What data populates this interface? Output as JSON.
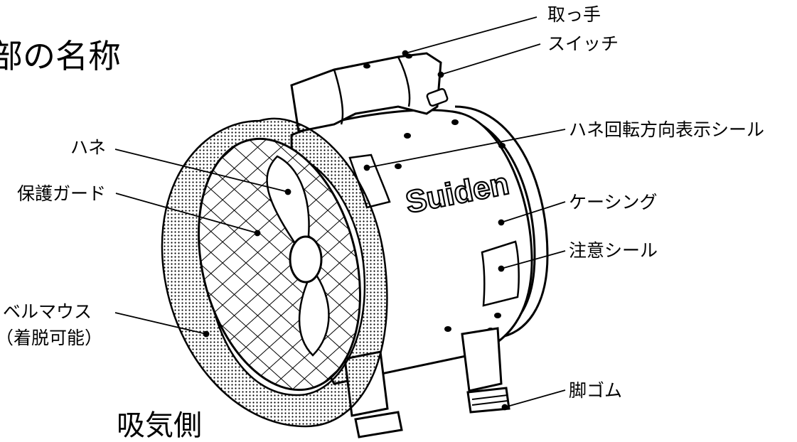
{
  "title": "部の名称",
  "side_label": "吸気側",
  "brand": "Suiden",
  "parts": {
    "handle": "取っ手",
    "switch": "スイッチ",
    "rotation_sticker": "ハネ回転方向表示シール",
    "blade": "ハネ",
    "guard": "保護ガード",
    "casing": "ケーシング",
    "caution_sticker": "注意シール",
    "bellmouth": "ベルマウス",
    "bellmouth_note": "（着脱可能）",
    "rubber_foot": "脚ゴム"
  },
  "colors": {
    "line": "#000000",
    "background": "#ffffff"
  }
}
